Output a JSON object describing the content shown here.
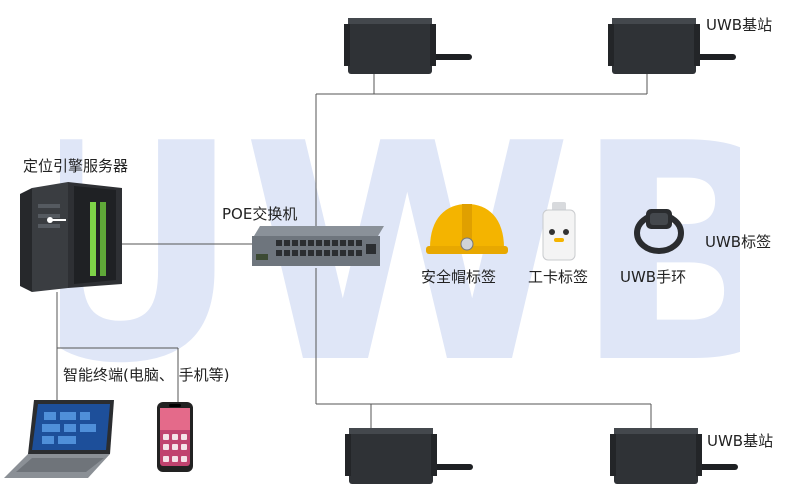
{
  "watermark": "UWB",
  "labels": {
    "server": "定位引擎服务器",
    "switch": "POE交换机",
    "station_top": "UWB基站",
    "station_bottom": "UWB基站",
    "tags_group": "UWB标签",
    "helmet_tag": "安全帽标签",
    "badge_tag": "工卡标签",
    "bracelet": "UWB手环",
    "terminals": "智能终端(电脑、 手机等)"
  },
  "colors": {
    "watermark": "#dfe6f7",
    "device_dark": "#2f3236",
    "line": "#555555",
    "helmet": "#f4b400",
    "switch_body": "#6e757d",
    "server_accent": "#7ed348"
  },
  "icons": [
    "server-icon",
    "poe-switch-icon",
    "uwb-base-station-icon",
    "helmet-tag-icon",
    "badge-tag-icon",
    "bracelet-icon",
    "laptop-icon",
    "smartphone-icon"
  ]
}
